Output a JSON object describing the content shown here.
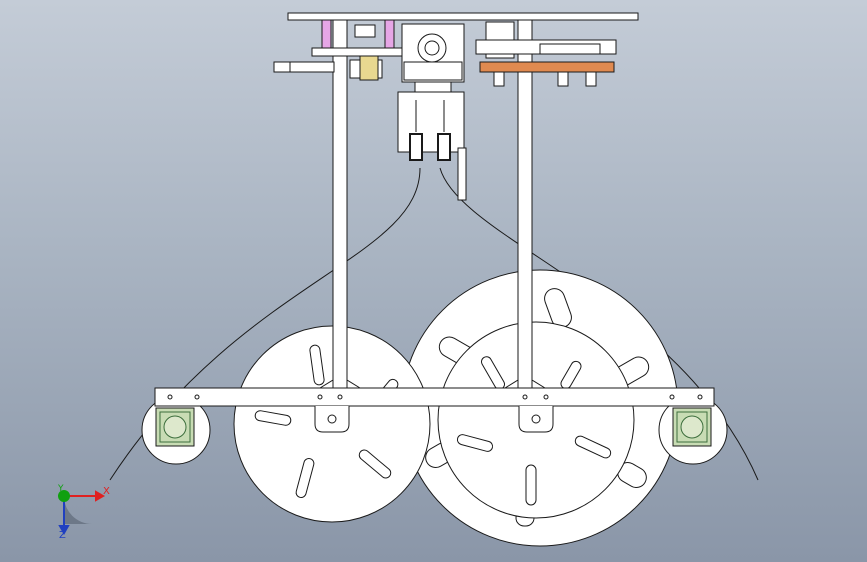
{
  "viewport": {
    "background_top": "#c4ccd7",
    "background_bottom": "#8a96a8"
  },
  "colors": {
    "outline": "#1a1a1a",
    "part_fill": "#ffffff",
    "motor_green": "#c8dcb4",
    "motor_dark_green": "#3c6e3c",
    "pink_column": "#e6a6e6",
    "orange_block": "#e08a50",
    "axis_x": "#e02020",
    "axis_y": "#10a010",
    "axis_z": "#2040c0"
  },
  "triad": {
    "x_label": "X",
    "y_label": "Y",
    "z_label": "Z"
  }
}
